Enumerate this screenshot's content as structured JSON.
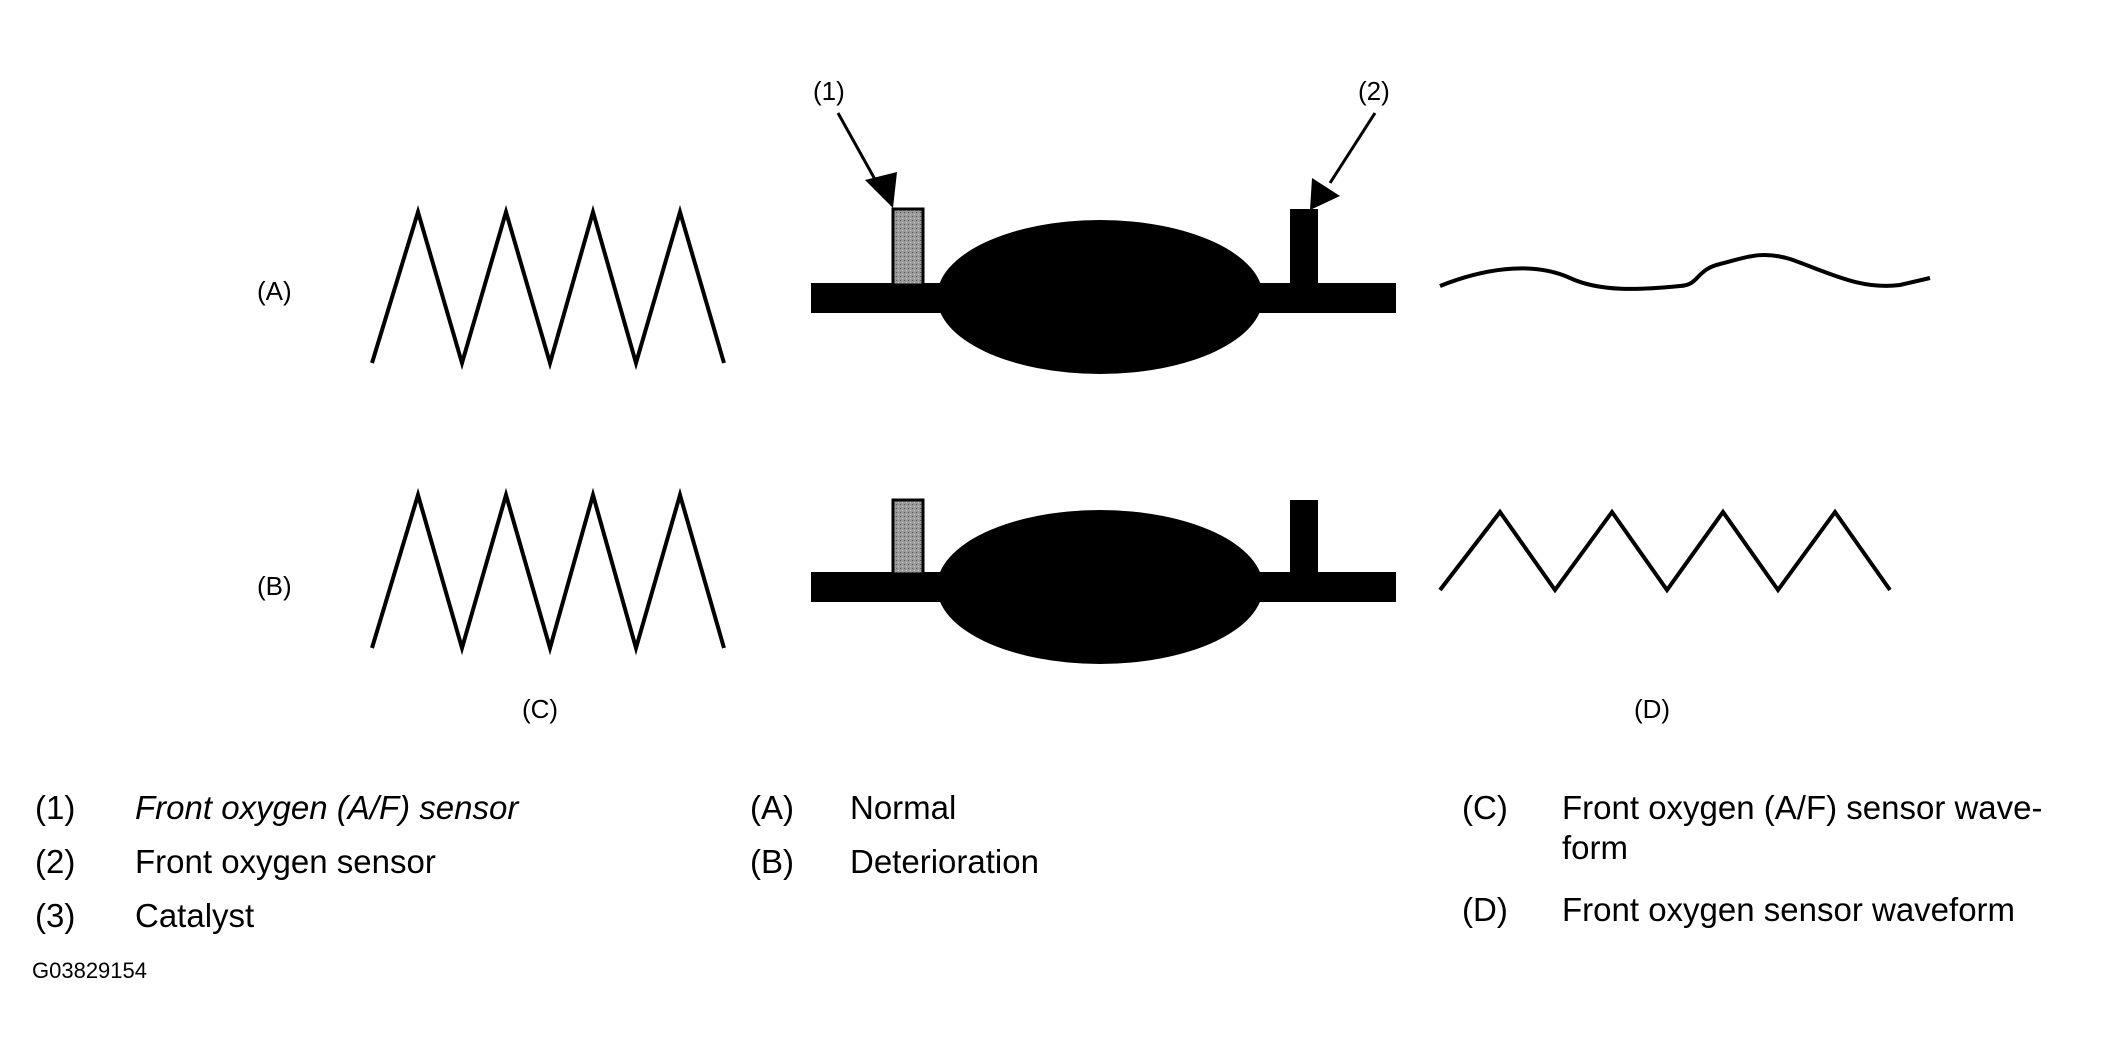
{
  "diagram": {
    "row_labels": {
      "a": "(A)",
      "b": "(B)"
    },
    "column_labels": {
      "c": "(C)",
      "d": "(D)"
    },
    "callouts": {
      "sensor_1": "(1)",
      "sensor_2": "(2)"
    }
  },
  "legend": {
    "items": [
      {
        "key": "(1)",
        "text": "Front oxygen (A/F) sensor"
      },
      {
        "key": "(2)",
        "text": "Front oxygen sensor"
      },
      {
        "key": "(3)",
        "text": "Catalyst"
      },
      {
        "key": "(A)",
        "text": "Normal"
      },
      {
        "key": "(B)",
        "text": "Deterioration"
      },
      {
        "key": "(C)",
        "text": "Front oxygen (A/F) sensor wave-form"
      },
      {
        "key": "(D)",
        "text": "Front oxygen sensor waveform"
      }
    ]
  },
  "figure_id": "G03829154",
  "colors": {
    "ink": "#000000",
    "sensor_shade": "#8c8c8c",
    "background": "#ffffff"
  }
}
